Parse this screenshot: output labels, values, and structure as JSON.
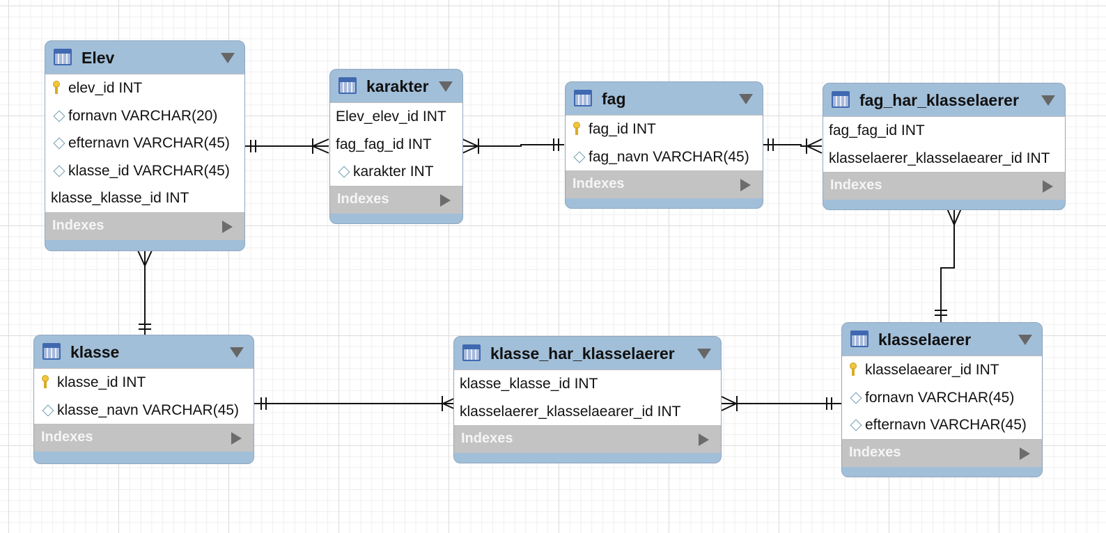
{
  "diagram": {
    "tables": [
      {
        "id": "elev",
        "name": "Elev",
        "columns": [
          {
            "icon": "primary-key-icon",
            "text": "elev_id INT"
          },
          {
            "icon": "column-diamond-icon",
            "text": "fornavn VARCHAR(20)"
          },
          {
            "icon": "column-diamond-icon",
            "text": "efternavn VARCHAR(45)"
          },
          {
            "icon": "column-diamond-icon",
            "text": "klasse_id VARCHAR(45)"
          },
          {
            "icon": "",
            "text": "klasse_klasse_id INT"
          }
        ],
        "indexes_label": "Indexes"
      },
      {
        "id": "karakter",
        "name": "karakter",
        "columns": [
          {
            "icon": "",
            "text": "Elev_elev_id INT"
          },
          {
            "icon": "",
            "text": "fag_fag_id INT"
          },
          {
            "icon": "column-diamond-icon",
            "text": "karakter INT"
          }
        ],
        "indexes_label": "Indexes"
      },
      {
        "id": "fag",
        "name": "fag",
        "columns": [
          {
            "icon": "primary-key-icon",
            "text": "fag_id INT"
          },
          {
            "icon": "column-diamond-icon",
            "text": "fag_navn VARCHAR(45)"
          }
        ],
        "indexes_label": "Indexes"
      },
      {
        "id": "fag_har_klasselaerer",
        "name": "fag_har_klasselaerer",
        "columns": [
          {
            "icon": "",
            "text": "fag_fag_id INT"
          },
          {
            "icon": "",
            "text": "klasselaerer_klasselaearer_id INT"
          }
        ],
        "indexes_label": "Indexes"
      },
      {
        "id": "klasse",
        "name": "klasse",
        "columns": [
          {
            "icon": "primary-key-icon",
            "text": "klasse_id INT"
          },
          {
            "icon": "column-diamond-icon",
            "text": "klasse_navn VARCHAR(45)"
          }
        ],
        "indexes_label": "Indexes"
      },
      {
        "id": "klasse_har_klasselaerer",
        "name": "klasse_har_klasselaerer",
        "columns": [
          {
            "icon": "",
            "text": "klasse_klasse_id INT"
          },
          {
            "icon": "",
            "text": "klasselaerer_klasselaearer_id INT"
          }
        ],
        "indexes_label": "Indexes"
      },
      {
        "id": "klasselaerer",
        "name": "klasselaerer",
        "columns": [
          {
            "icon": "primary-key-icon",
            "text": "klasselaearer_id INT"
          },
          {
            "icon": "column-diamond-icon",
            "text": "fornavn VARCHAR(45)"
          },
          {
            "icon": "column-diamond-icon",
            "text": "efternavn VARCHAR(45)"
          }
        ],
        "indexes_label": "Indexes"
      }
    ],
    "relationships": [
      {
        "from": "elev",
        "to": "karakter",
        "from_end": "one",
        "to_end": "one-or-many"
      },
      {
        "from": "karakter",
        "to": "fag",
        "from_end": "one-or-many",
        "to_end": "one"
      },
      {
        "from": "fag",
        "to": "fag_har_klasselaerer",
        "from_end": "one",
        "to_end": "one-or-many"
      },
      {
        "from": "fag_har_klasselaerer",
        "to": "klasselaerer",
        "from_end": "many",
        "to_end": "one"
      },
      {
        "from": "elev",
        "to": "klasse",
        "from_end": "many",
        "to_end": "one"
      },
      {
        "from": "klasse",
        "to": "klasse_har_klasselaerer",
        "from_end": "one",
        "to_end": "one-or-many"
      },
      {
        "from": "klasse_har_klasselaerer",
        "to": "klasselaerer",
        "from_end": "one-or-many",
        "to_end": "one"
      }
    ]
  }
}
